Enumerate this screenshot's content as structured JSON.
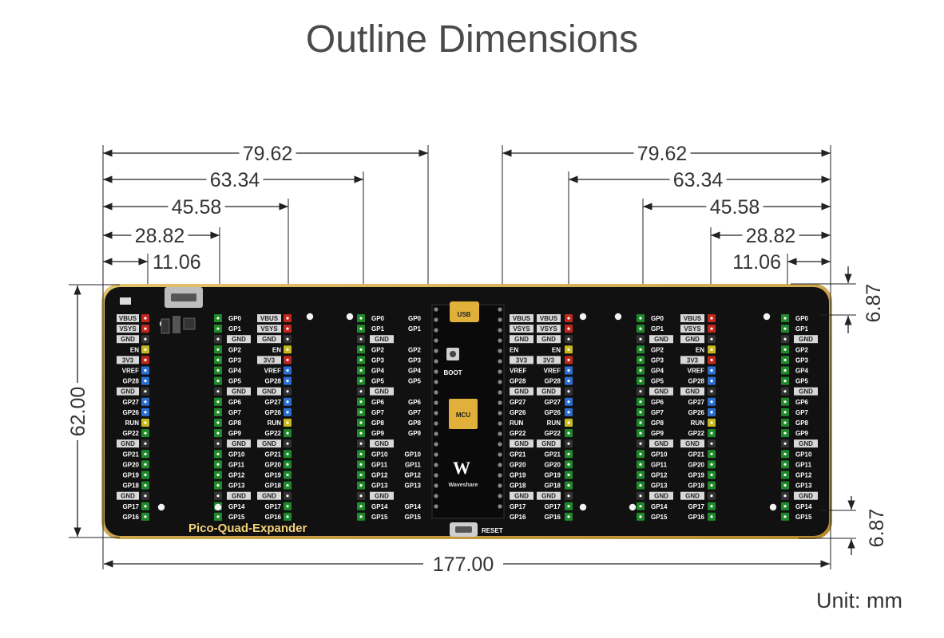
{
  "title": "Outline Dimensions",
  "unit_label": "Unit: mm",
  "dimensions": {
    "left": [
      "79.62",
      "63.34",
      "45.58",
      "28.82",
      "11.06"
    ],
    "right": [
      "79.62",
      "63.34",
      "45.58",
      "28.82",
      "11.06"
    ],
    "height": "62.00",
    "width": "177.00",
    "top_offset": "6.87",
    "bottom_offset": "6.87"
  },
  "board": {
    "name": "Pico-Quad-Expander",
    "usb_label": "USB",
    "boot_label": "BOOT",
    "mcu_label": "MCU",
    "maker": "Waveshare",
    "reset_label": "RESET"
  },
  "pins": {
    "left_header": [
      "VBUS",
      "VSYS",
      "GND",
      "EN",
      "3V3",
      "VREF",
      "GP28",
      "GND",
      "GP27",
      "GP26",
      "RUN",
      "GP22",
      "GND",
      "GP21",
      "GP20",
      "GP19",
      "GP18",
      "GND",
      "GP17",
      "GP16"
    ],
    "left_header_colors": [
      "red",
      "red",
      "black",
      "yellow",
      "red",
      "blue",
      "blue",
      "black",
      "blue",
      "blue",
      "yellow",
      "green",
      "black",
      "green",
      "green",
      "green",
      "green",
      "black",
      "green",
      "green"
    ],
    "gp_header": [
      "GP0",
      "GP1",
      "GND",
      "GP2",
      "GP3",
      "GP4",
      "GP5",
      "GND",
      "GP6",
      "GP7",
      "GP8",
      "GP9",
      "GND",
      "GP10",
      "GP11",
      "GP12",
      "GP13",
      "GND",
      "GP14",
      "GP15"
    ]
  },
  "colors": {
    "board": "#111111",
    "board_edge": "#caa04a",
    "pin_green": "#1f8a2c",
    "pin_red": "#c0281d",
    "pin_yellow": "#c9b81e",
    "pin_blue": "#2a6fd1",
    "label_bg": "#d8d8d8",
    "gold": "#e0b03a"
  }
}
